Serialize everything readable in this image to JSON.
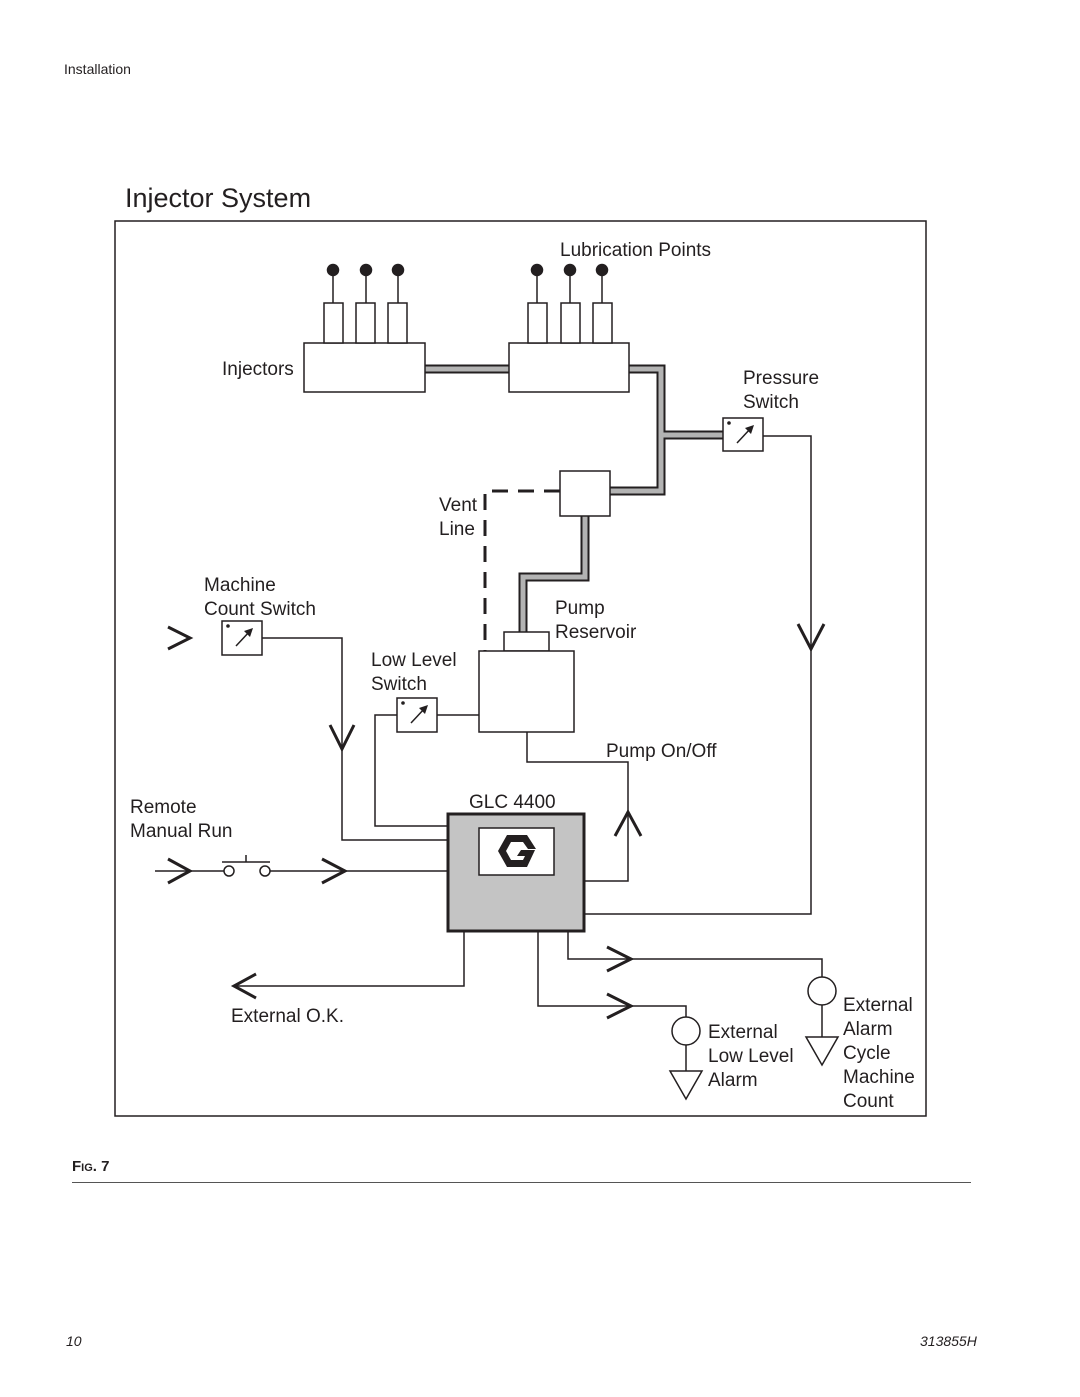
{
  "header": {
    "section": "Installation"
  },
  "title": "Injector System",
  "labels": {
    "lubrication_points": "Lubrication Points",
    "injectors": "Injectors",
    "pressure_switch": [
      "Pressure",
      "Switch"
    ],
    "vent_line": [
      "Vent",
      "Line"
    ],
    "machine_count_switch": [
      "Machine",
      "Count Switch"
    ],
    "pump_reservoir": [
      "Pump",
      "Reservoir"
    ],
    "low_level_switch": [
      "Low Level",
      "Switch"
    ],
    "pump_on_off": "Pump On/Off",
    "glc": "GLC 4400",
    "remote_manual_run": [
      "Remote",
      "Manual Run"
    ],
    "external_ok": "External O.K.",
    "external_low_level_alarm": [
      "External",
      "Low Level",
      "Alarm"
    ],
    "external_alarm_cycle_machine_count": [
      "External",
      "Alarm",
      "Cycle",
      "Machine",
      "Count"
    ]
  },
  "figure": {
    "prefix": "F",
    "prefix_small": "IG",
    "number": ". 7"
  },
  "footer": {
    "page_number": "10",
    "document_number": "313855H"
  },
  "colors": {
    "ink": "#231f20",
    "controller_fill": "#c4c4c4",
    "pipe": "#b3b3b3"
  }
}
